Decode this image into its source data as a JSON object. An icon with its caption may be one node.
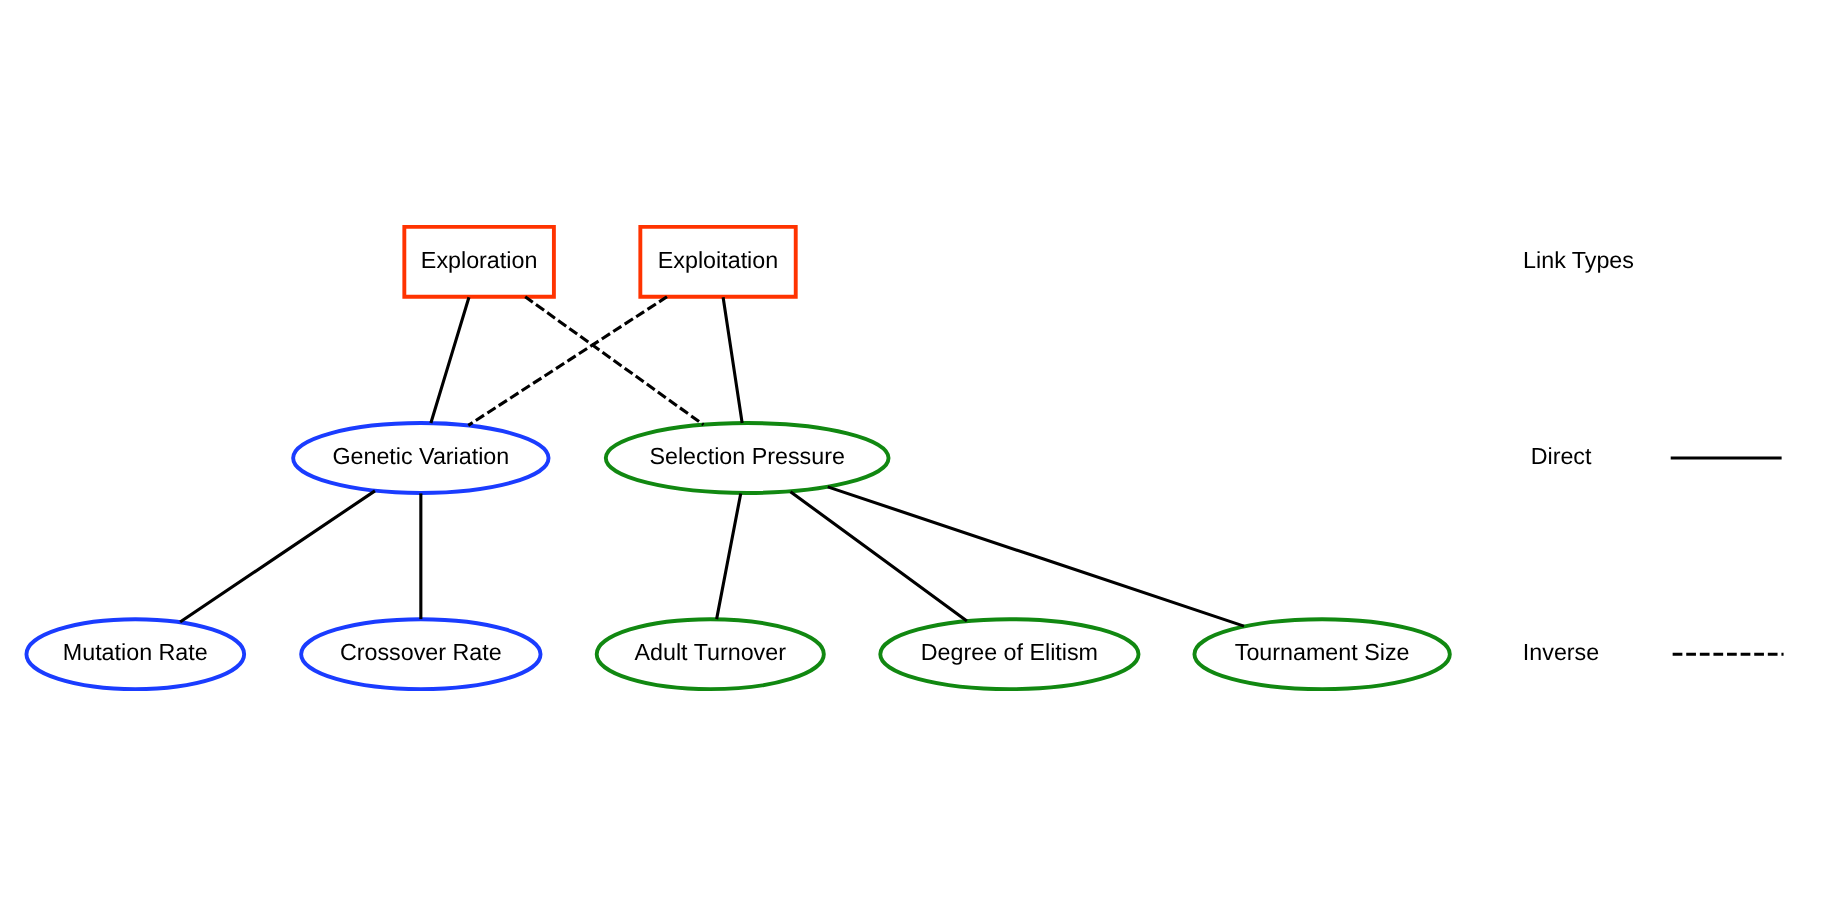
{
  "diagram": {
    "nodes": [
      {
        "text": [
          "Exploration"
        ]
      },
      {
        "text": [
          "Exploitation"
        ]
      },
      {
        "text": [
          "Genetic Variation"
        ]
      },
      {
        "text": [
          "Selection Pressure"
        ]
      },
      {
        "text": [
          "Mutation Rate"
        ]
      },
      {
        "text": [
          "Crossover Rate"
        ]
      },
      {
        "text": [
          "Degree of Elitism"
        ]
      },
      {
        "text": [
          "Tournament Size"
        ]
      },
      {
        "text": [
          "Adult Turnover"
        ]
      }
    ],
    "edges": [
      {
        "from": 0,
        "to": 2,
        "arrow": "none"
      },
      {
        "from": 0,
        "to": 3,
        "arrow": "none",
        "style": "dashed"
      },
      {
        "from": 1,
        "to": 2,
        "arrow": "none",
        "style": "dashed"
      },
      {
        "from": 1,
        "to": 3,
        "arrow": "none"
      },
      {
        "from": 2,
        "to": 4,
        "arrow": "none"
      },
      {
        "from": 2,
        "to": 5,
        "arrow": "none"
      },
      {
        "from": 3,
        "to": 6,
        "arrow": "none"
      },
      {
        "from": 3,
        "to": 7,
        "arrow": "none"
      },
      {
        "from": 3,
        "to": 8,
        "arrow": "none"
      }
    ],
    "labels": [
      "Link Types"
    ],
    "legend": [
      {
        "text": "Direct"
      },
      {
        "text": "Inverse"
      }
    ]
  }
}
